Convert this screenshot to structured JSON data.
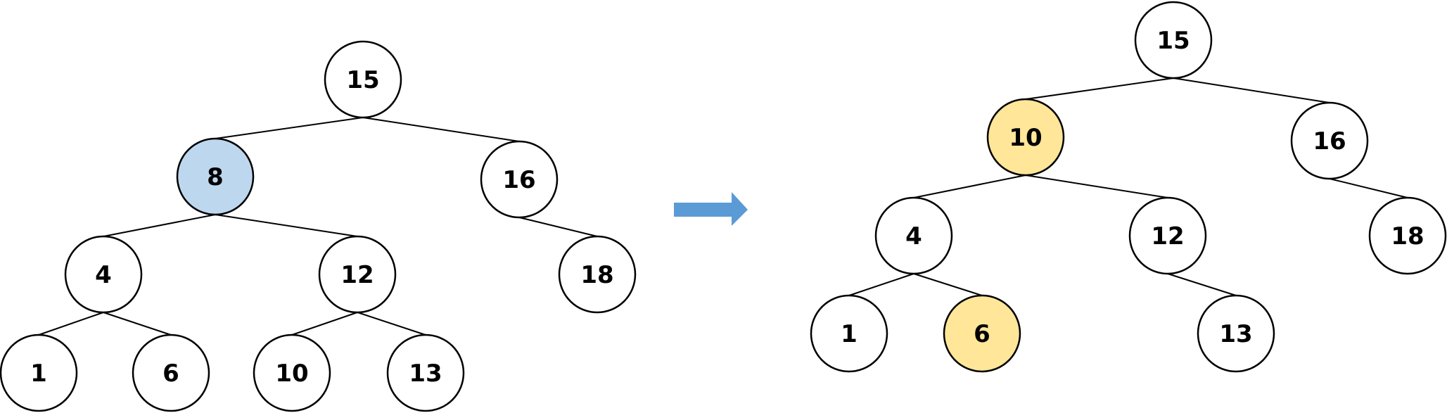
{
  "colors": {
    "stroke": "#000000",
    "node_fill": "#ffffff",
    "removed_highlight": "#bdd7ee",
    "changed_highlight": "#ffe699",
    "arrow": "#5b9bd5"
  },
  "trees": [
    {
      "id": "before",
      "nodes": [
        {
          "id": "b15",
          "label": "15",
          "parent": null,
          "highlight": null
        },
        {
          "id": "b8",
          "label": "8",
          "parent": "b15",
          "highlight": "removed"
        },
        {
          "id": "b16",
          "label": "16",
          "parent": "b15",
          "highlight": null
        },
        {
          "id": "b4",
          "label": "4",
          "parent": "b8",
          "highlight": null
        },
        {
          "id": "b12",
          "label": "12",
          "parent": "b8",
          "highlight": null
        },
        {
          "id": "b18",
          "label": "18",
          "parent": "b16",
          "highlight": null
        },
        {
          "id": "b1",
          "label": "1",
          "parent": "b4",
          "highlight": null
        },
        {
          "id": "b6",
          "label": "6",
          "parent": "b4",
          "highlight": null
        },
        {
          "id": "b10",
          "label": "10",
          "parent": "b12",
          "highlight": null
        },
        {
          "id": "b13",
          "label": "13",
          "parent": "b12",
          "highlight": null
        }
      ]
    },
    {
      "id": "after",
      "nodes": [
        {
          "id": "a15",
          "label": "15",
          "parent": null,
          "highlight": null
        },
        {
          "id": "a10",
          "label": "10",
          "parent": "a15",
          "highlight": "changed"
        },
        {
          "id": "a16",
          "label": "16",
          "parent": "a15",
          "highlight": null
        },
        {
          "id": "a4",
          "label": "4",
          "parent": "a10",
          "highlight": null
        },
        {
          "id": "a12",
          "label": "12",
          "parent": "a10",
          "highlight": null
        },
        {
          "id": "a18",
          "label": "18",
          "parent": "a16",
          "highlight": null
        },
        {
          "id": "a1",
          "label": "1",
          "parent": "a4",
          "highlight": null
        },
        {
          "id": "a6",
          "label": "6",
          "parent": "a4",
          "highlight": "changed"
        },
        {
          "id": "a13",
          "label": "13",
          "parent": "a12",
          "highlight": null
        }
      ]
    }
  ],
  "arrow": {
    "icon": "right-arrow-icon"
  }
}
